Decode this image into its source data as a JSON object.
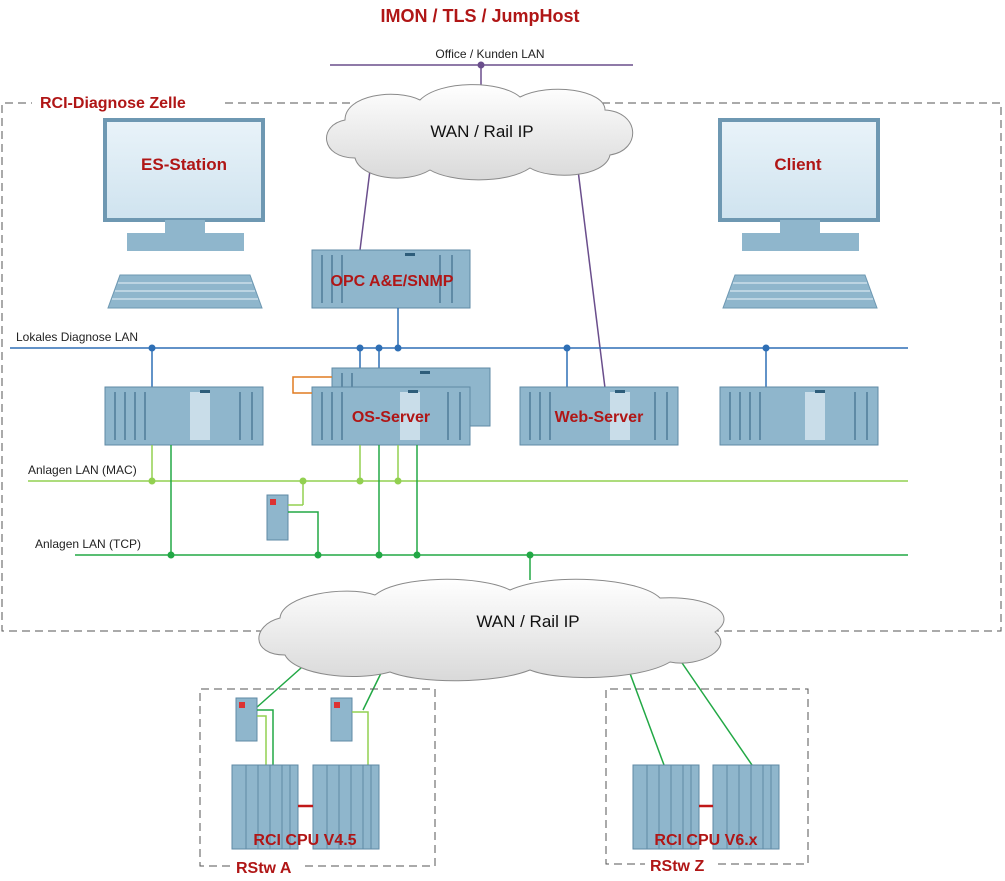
{
  "header": {
    "title": "IMON / TLS / JumpHost"
  },
  "networks": {
    "office_lan": "Office / Kunden LAN",
    "local_diag_lan": "Lokales Diagnose LAN",
    "anlagen_mac": "Anlagen LAN (MAC)",
    "anlagen_tcp": "Anlagen LAN (TCP)"
  },
  "zones": {
    "cell": "RCI-Diagnose Zelle",
    "rstw_a": "RStw A",
    "rstw_z": "RStw Z"
  },
  "clouds": {
    "top": "WAN / Rail IP",
    "bottom": "WAN / Rail IP"
  },
  "devices": {
    "es_station": "ES-Station",
    "client": "Client",
    "opc": "OPC A&E/SNMP",
    "os_server": "OS-Server",
    "web_server": "Web-Server",
    "cpu_a": "RCI CPU V4.5",
    "cpu_z": "RCI CPU V6.x"
  },
  "colors": {
    "title_red": "#b01616",
    "local_lan": "#2e6fb5",
    "mac_lan": "#92d050",
    "tcp_lan": "#22a845",
    "office_lan": "#6a4e8c",
    "device_blue": "#8fb6cc"
  }
}
